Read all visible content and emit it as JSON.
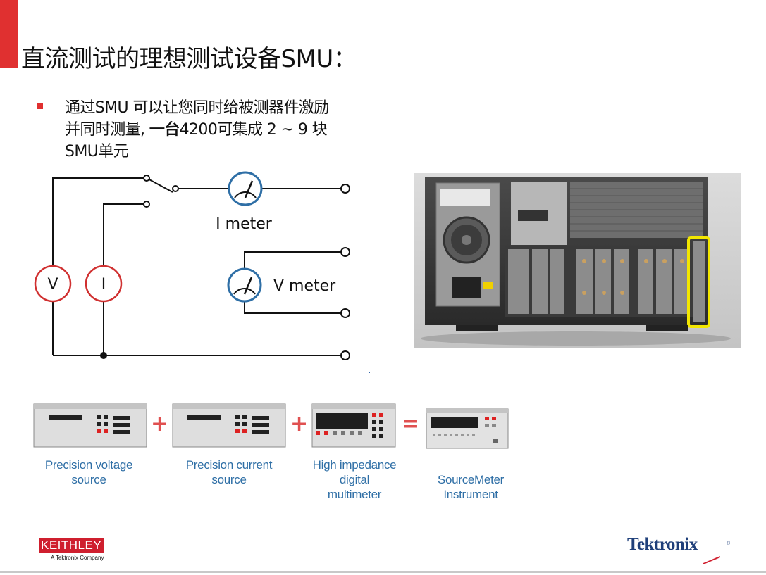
{
  "slide": {
    "title": "直流测试的理想测试设备SMU："
  },
  "bullet": {
    "line1": "通过SMU 可以让您同时给被测器件激励",
    "line2_prefix": "并同时测量,",
    "line2_bold": "一台",
    "line2_suffix": "4200可集成 2 ~ 9 块",
    "line3": "SMU单元"
  },
  "circuit": {
    "voltmeter_symbol": "V",
    "ammeter_symbol": "I",
    "i_meter_label": "I meter",
    "v_meter_label": "V meter"
  },
  "diagram": {
    "captions": [
      [
        "Precision voltage",
        "source"
      ],
      [
        "Precision current",
        "source"
      ],
      [
        "High impedance",
        "digital",
        "multimeter"
      ],
      [
        "SourceMeter",
        "Instrument"
      ]
    ],
    "operators": [
      "+",
      "+",
      "="
    ]
  },
  "footer": {
    "keithley_logo": "KEITHLEY",
    "keithley_sub": "A Tektronix Company",
    "tektronix_logo": "Tektronix",
    "tektronix_reg": "®"
  },
  "colors": {
    "accent_red": "#e03030",
    "caption_blue": "#2f6fa6",
    "meter_blue": "#2f6fa6",
    "highlight_yellow": "#f2e600"
  }
}
